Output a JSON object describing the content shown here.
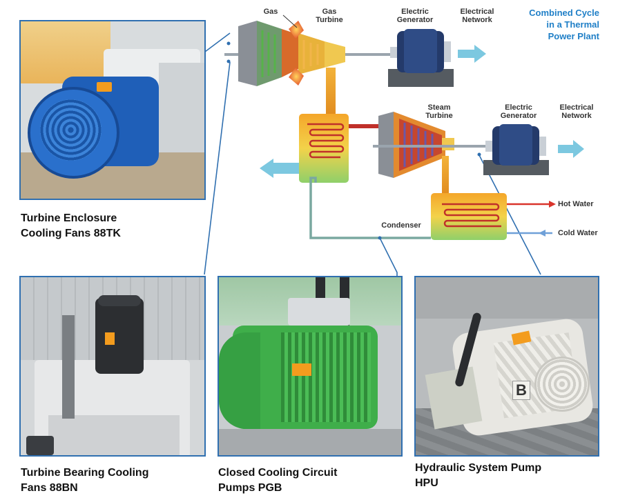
{
  "title": "Combined Cycle\nin a Thermal\nPower Plant",
  "diagram": {
    "gas": "Gas",
    "gas_turbine": "Gas\nTurbine",
    "electric_generator_1": "Electric\nGenerator",
    "electrical_network_1": "Electrical\nNetwork",
    "steam_turbine": "Steam\nTurbine",
    "electric_generator_2": "Electric\nGenerator",
    "electrical_network_2": "Electrical\nNetwork",
    "hot_water": "Hot Water",
    "cold_water": "Cold Water",
    "condenser": "Condenser"
  },
  "captions": {
    "enclosure_fans": "Turbine Enclosure\nCooling Fans 88TK",
    "bearing_fans": "Turbine Bearing Cooling\nFans  88BN",
    "cooling_pumps": "Closed Cooling Circuit\nPumps PGB",
    "hydraulic_pump": "Hydraulic System Pump\nHPU"
  },
  "motor_badge_letter": "B",
  "colors": {
    "accent_blue": "#2f6fb0",
    "title_blue": "#1f7fc7",
    "motor_blue": "#1f5fb8",
    "motor_green": "#3fae4a",
    "hot_red": "#d9342b",
    "cold_blue": "#6fa0d8",
    "arrow_cyan": "#7cc8e0"
  }
}
